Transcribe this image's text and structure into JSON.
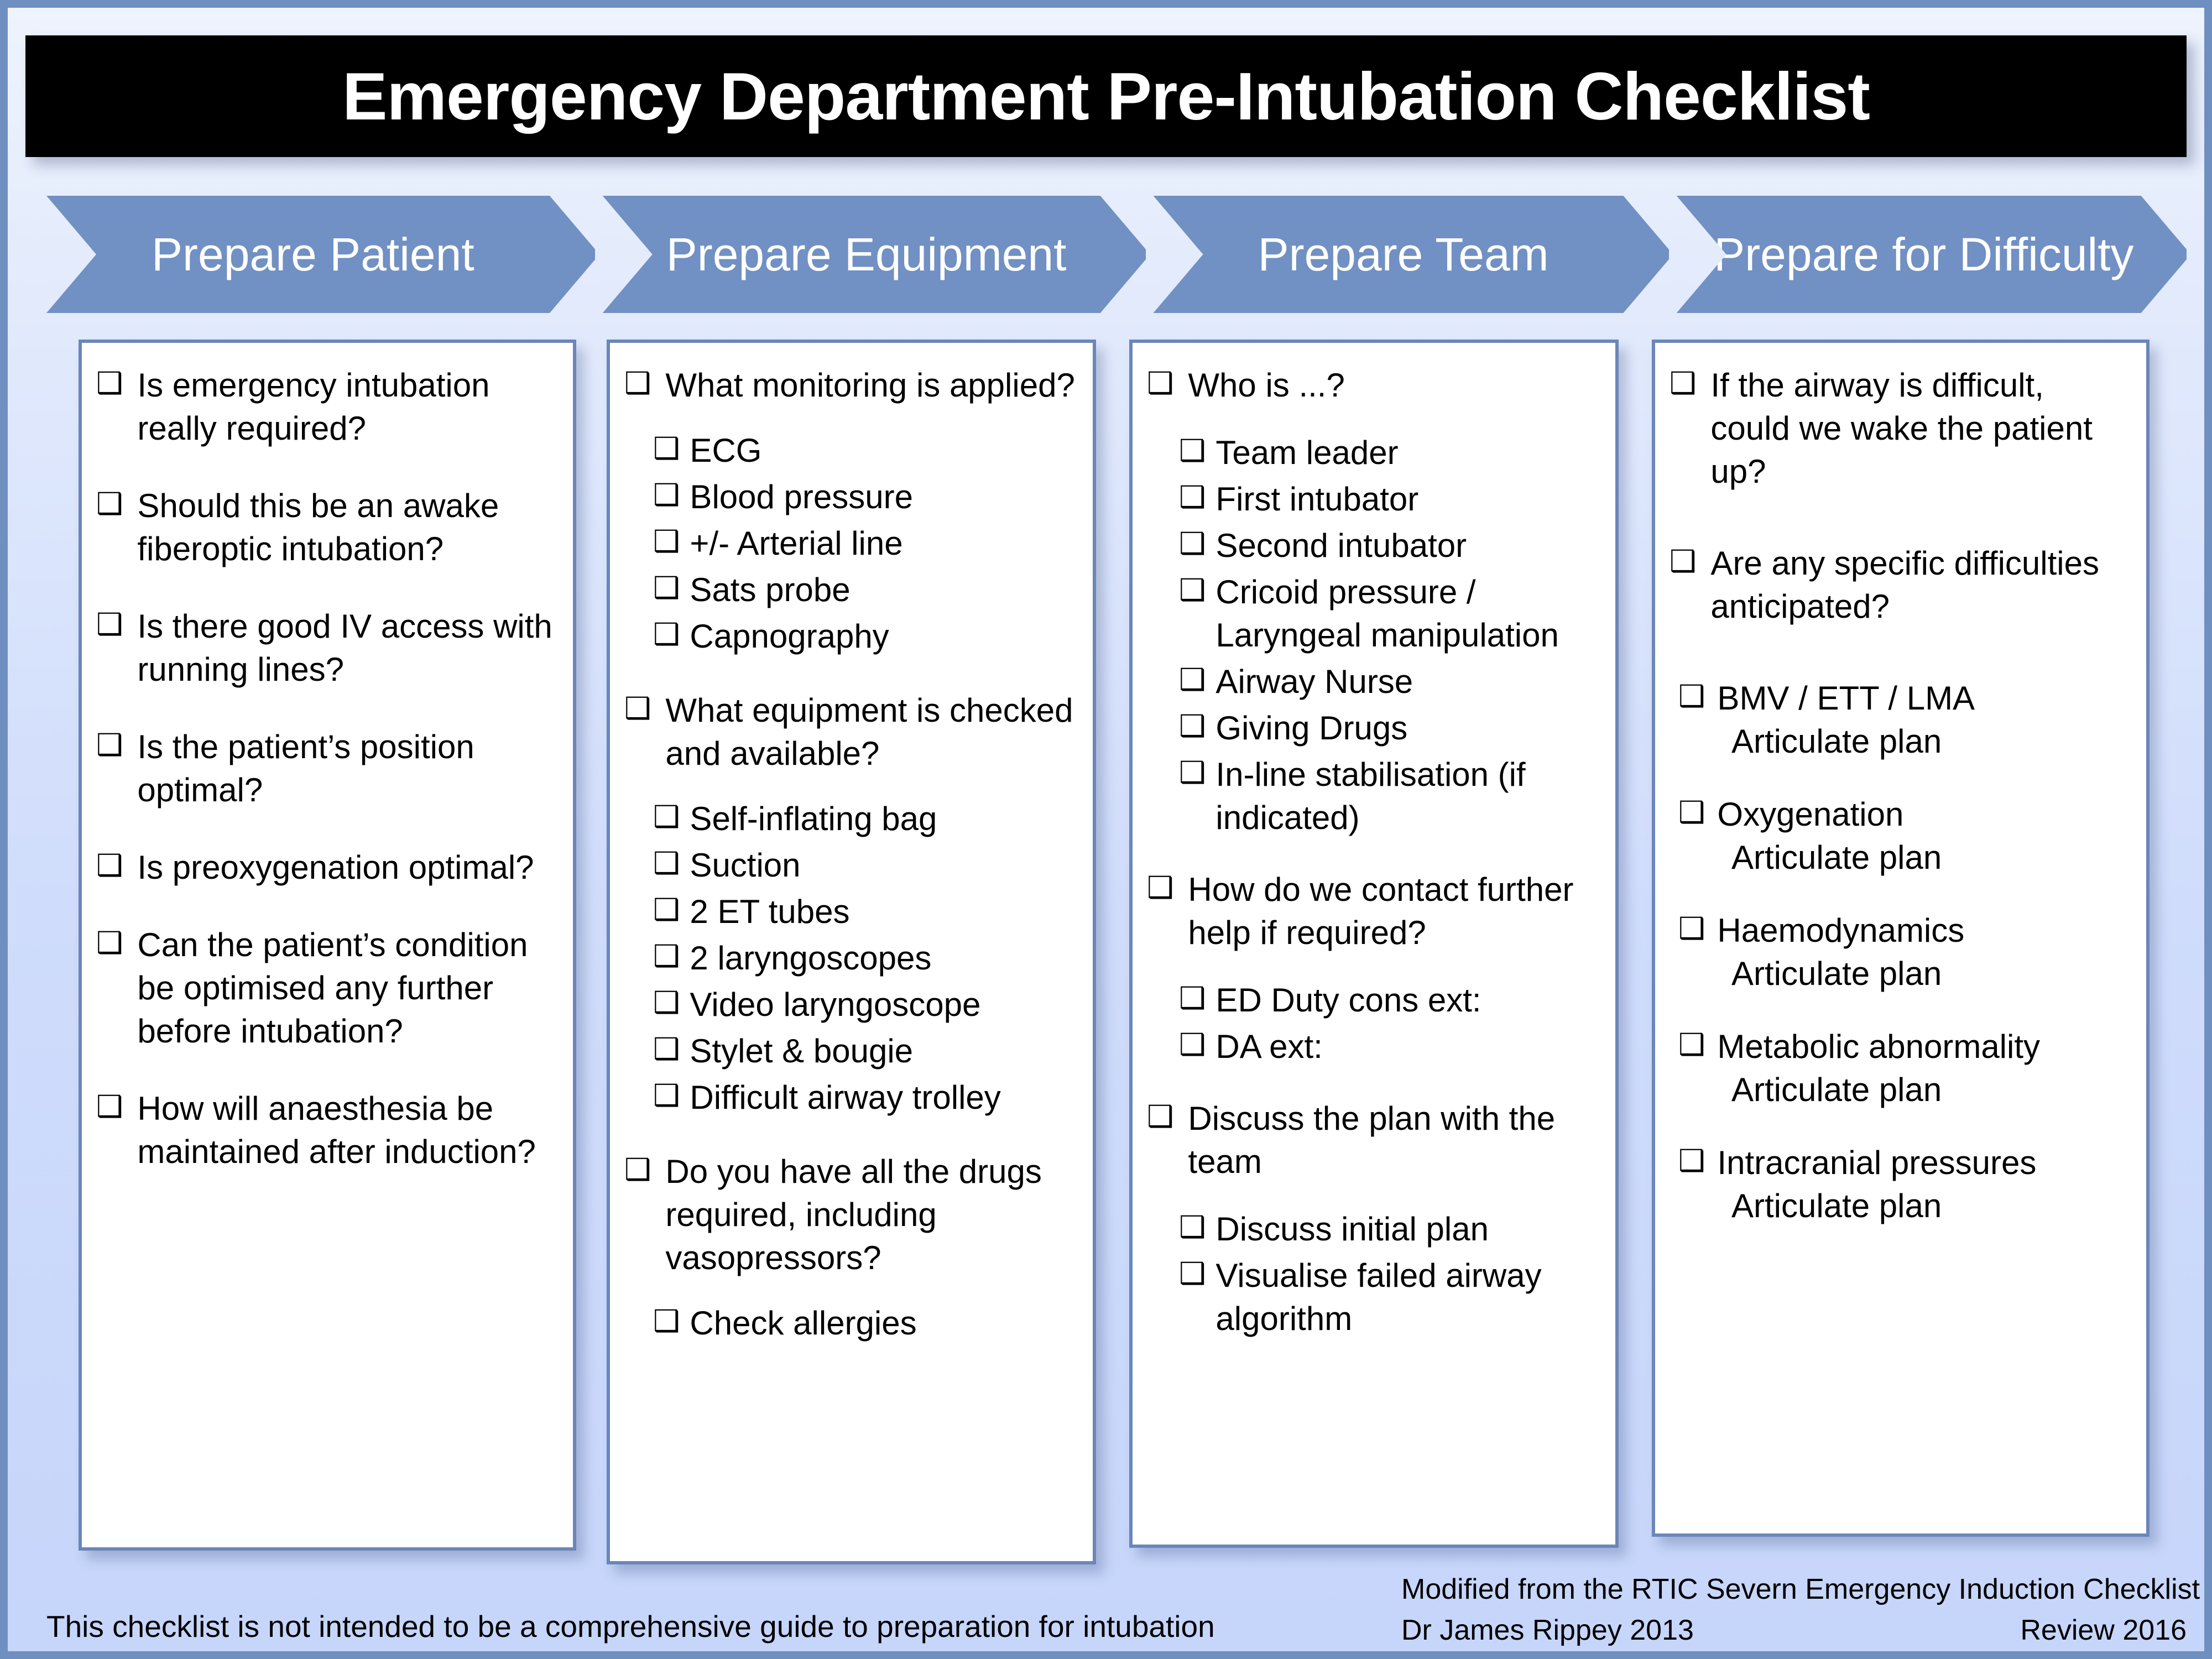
{
  "document": {
    "title": "Emergency Department Pre-Intubation Checklist"
  },
  "colors": {
    "chevron": "#7190c3",
    "panel_border": "#6b86b8",
    "title_bg": "#000000",
    "background": "#cfdcfb"
  },
  "icons": {
    "checkbox": "❑"
  },
  "stages": [
    {
      "label": "Prepare Patient"
    },
    {
      "label": "Prepare Equipment"
    },
    {
      "label": "Prepare Team"
    },
    {
      "label": "Prepare for Difficulty"
    }
  ],
  "columns": [
    {
      "name": "prepare-patient",
      "items": [
        {
          "text": "Is emergency intubation really required?"
        },
        {
          "text": "Should this be an awake fiberoptic intubation?"
        },
        {
          "text": "Is there good IV access with running lines?"
        },
        {
          "text": "Is the patient’s position optimal?"
        },
        {
          "text": "Is preoxygenation optimal?"
        },
        {
          "text": "Can the patient’s condition be optimised any further before intubation?"
        },
        {
          "text": "How will anaesthesia be maintained after induction?"
        }
      ]
    },
    {
      "name": "prepare-equipment",
      "items": [
        {
          "text": "What monitoring is applied?"
        },
        {
          "text": "What equipment is checked and available?"
        },
        {
          "text": "Do you have all the drugs required, including vasopressors?"
        }
      ],
      "monitoring": [
        "ECG",
        "Blood pressure",
        "+/- Arterial line",
        "Sats probe",
        "Capnography"
      ],
      "equipment": [
        "Self-inflating bag",
        "Suction",
        "2 ET tubes",
        "2 laryngoscopes",
        "Video laryngoscope",
        "Stylet & bougie",
        "Difficult airway trolley"
      ],
      "allergies": [
        "Check allergies"
      ]
    },
    {
      "name": "prepare-team",
      "items": [
        {
          "text": "Who is ...?"
        },
        {
          "text": "How do we contact further help if required?"
        },
        {
          "text": "Discuss the plan with the team"
        }
      ],
      "roles": [
        "Team leader",
        "First intubator",
        "Second intubator",
        "Cricoid pressure / Laryngeal manipulation",
        "Airway Nurse",
        "Giving Drugs",
        "In-line stabilisation (if indicated)"
      ],
      "contacts": [
        "ED Duty cons ext:",
        "DA ext:"
      ],
      "plan": [
        "Discuss initial plan",
        "Visualise failed airway algorithm"
      ]
    },
    {
      "name": "prepare-for-difficulty",
      "items": [
        {
          "text": "If the airway is difficult, could we wake the patient up?"
        },
        {
          "text": "Are any specific difficulties anticipated?"
        }
      ],
      "difficulties": [
        {
          "label": "BMV / ETT / LMA",
          "note": "Articulate plan"
        },
        {
          "label": "Oxygenation",
          "note": "Articulate plan"
        },
        {
          "label": "Haemodynamics",
          "note": "Articulate plan"
        },
        {
          "label": "Metabolic abnormality",
          "note": "Articulate plan"
        },
        {
          "label": "Intracranial pressures",
          "note": "Articulate plan"
        }
      ]
    }
  ],
  "footer": {
    "disclaimer": "This checklist is not intended to be a comprehensive guide to preparation for intubation",
    "source": "Modified from the RTIC Severn Emergency Induction Checklist",
    "author": "Dr James Rippey   2013",
    "review": "Review 2016"
  }
}
